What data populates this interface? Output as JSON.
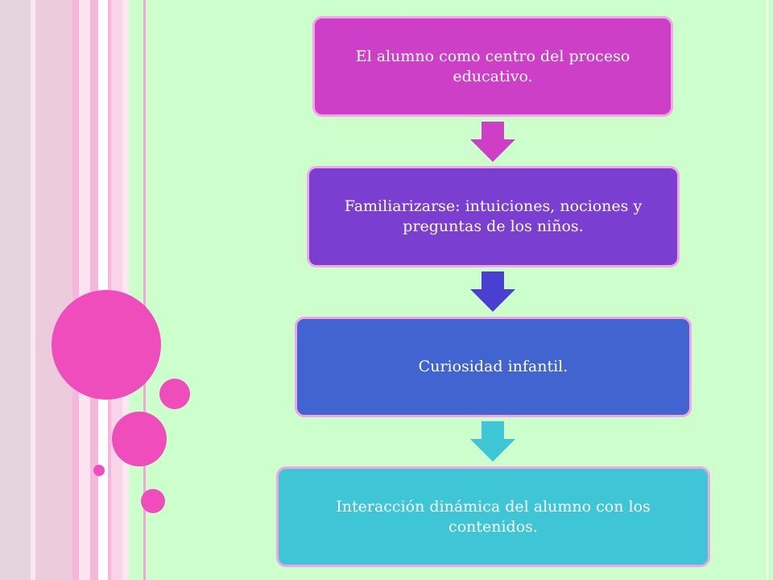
{
  "diagram": {
    "steps": [
      {
        "text": "El alumno como centro del proceso educativo.",
        "color": "#cc3fc6"
      },
      {
        "text": "Familiarizarse: intuiciones, nociones y preguntas de los niños.",
        "color": "#7a3fd1"
      },
      {
        "text": "Curiosidad infantil.",
        "color": "#4264d1"
      },
      {
        "text": "Interacción dinámica del alumno con los contenidos.",
        "color": "#3fc6d6"
      }
    ],
    "arrow_colors": [
      "#cc3fc6",
      "#4a3fd1",
      "#3fc6d6"
    ]
  },
  "theme": {
    "background": "#ccffcc",
    "accent_pink": "#ee4dbb"
  }
}
